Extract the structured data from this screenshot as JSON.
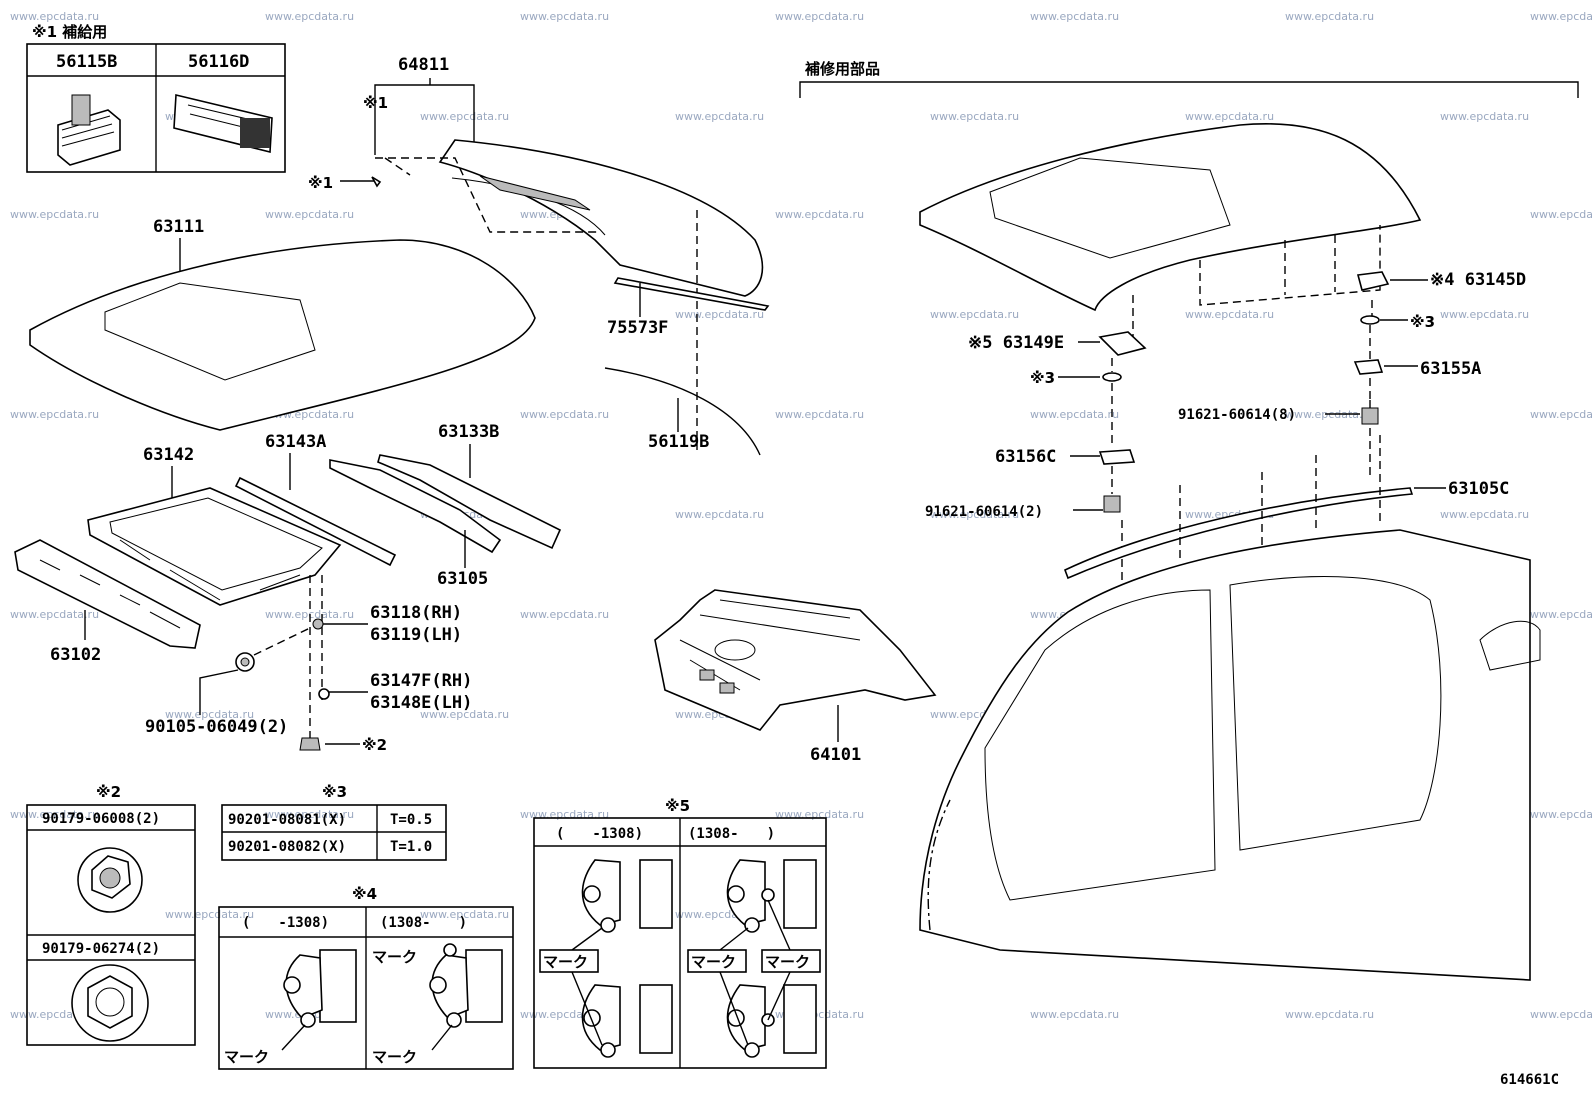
{
  "watermark": "www.epcdata.ru",
  "supply_note": {
    "title": "※1 補給用",
    "parts": [
      "56115B",
      "56116D"
    ]
  },
  "repair_note": "補修用部品",
  "callouts": {
    "p64811": "64811",
    "mark1a": "※1",
    "mark1b": "※1",
    "p63111": "63111",
    "p75573F": "75573F",
    "p56119B": "56119B",
    "p63142": "63142",
    "p63143A": "63143A",
    "p63133B": "63133B",
    "p63105": "63105",
    "p63102": "63102",
    "p63118": "63118(RH)",
    "p63119": "63119(LH)",
    "p63147F": "63147F(RH)",
    "p63148E": "63148E(LH)",
    "p90105": "90105-06049(2)",
    "mark2": "※2",
    "p64101": "64101",
    "p63145D": "※4 63145D",
    "p63149E": "※5 63149E",
    "mark3a": "※3",
    "mark3b": "※3",
    "p63155A": "63155A",
    "p91621a": "91621-60614(8)",
    "p63156C": "63156C",
    "p91621b": "91621-60614(2)",
    "p63105C": "63105C"
  },
  "note2": {
    "title": "※2",
    "parts": [
      "90179-06008(2)",
      "90179-06274(2)"
    ]
  },
  "note3": {
    "title": "※3",
    "rows": [
      {
        "part": "90201-08081(X)",
        "thickness": "T=0.5"
      },
      {
        "part": "90201-08082(X)",
        "thickness": "T=1.0"
      }
    ]
  },
  "note4": {
    "title": "※4",
    "columns": [
      "(　　-1308)",
      "(1308-　　)"
    ],
    "mark_label": "マーク"
  },
  "note5": {
    "title": "※5",
    "columns": [
      "(　　-1308)",
      "(1308-　　)"
    ],
    "mark_label": "マーク"
  },
  "figure_id": "614661C"
}
